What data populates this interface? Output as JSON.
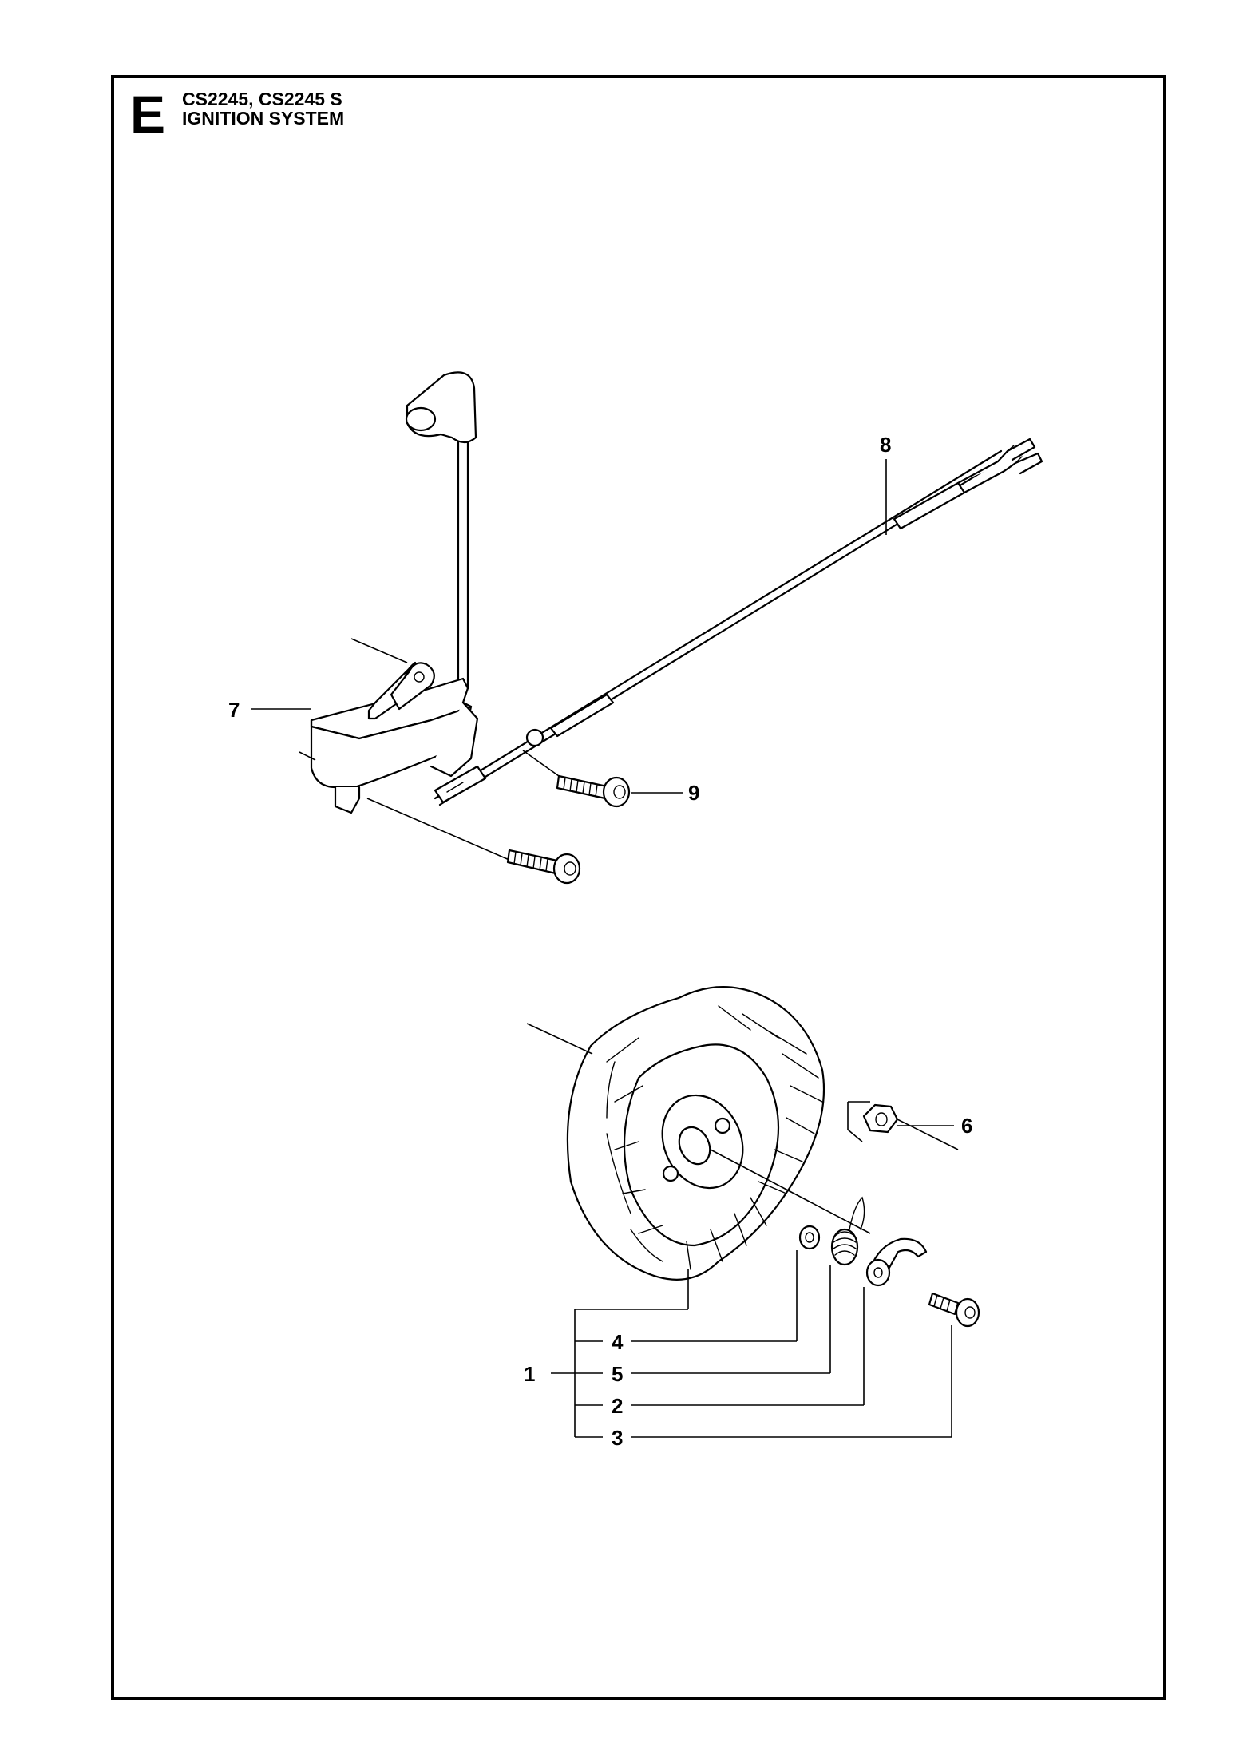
{
  "header": {
    "section": "E",
    "model": "CS2245, CS2245 S",
    "title": "IGNITION SYSTEM"
  },
  "callouts": {
    "c1": "1",
    "c2": "2",
    "c3": "3",
    "c4": "4",
    "c5": "5",
    "c6": "6",
    "c7": "7",
    "c8": "8",
    "c9": "9"
  },
  "parts": {
    "ignition_module": "ignition-module",
    "ignition_cable": "ignition-cable",
    "screw": "screw",
    "flywheel": "flywheel",
    "washer": "washer",
    "spring": "spring",
    "pawl": "pawl",
    "nut": "nut"
  }
}
